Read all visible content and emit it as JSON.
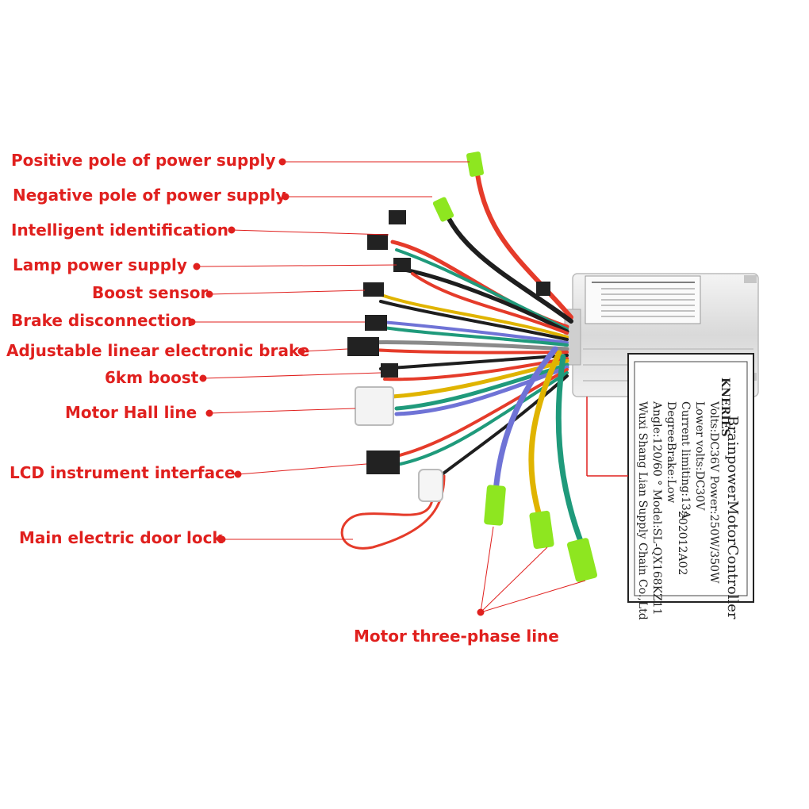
{
  "callouts": [
    {
      "id": "positive-pole",
      "text": "Positive pole of power supply"
    },
    {
      "id": "negative-pole",
      "text": "Negative pole of power supply"
    },
    {
      "id": "intelligent-identification",
      "text": "Intelligent identification"
    },
    {
      "id": "lamp-power-supply",
      "text": "Lamp power supply"
    },
    {
      "id": "boost-sensor",
      "text": "Boost sensor"
    },
    {
      "id": "brake-disconnection",
      "text": "Brake disconnection"
    },
    {
      "id": "adjustable-linear-brake",
      "text": "Adjustable linear electronic brake"
    },
    {
      "id": "6km-boost",
      "text": "6km boost"
    },
    {
      "id": "motor-hall-line",
      "text": "Motor Hall line"
    },
    {
      "id": "lcd-instrument-interface",
      "text": "LCD instrument interface"
    },
    {
      "id": "main-electric-door-lock",
      "text": "Main electric door lock"
    },
    {
      "id": "motor-three-phase-line",
      "text": "Motor three-phase line"
    }
  ],
  "controller_label": {
    "brand": "KNERIES",
    "title": "BrainpowerMotorController",
    "lines": [
      "Volts:DC36V  Power:250W/350W",
      "Lower volts:DC30V",
      "Current limiting:13A",
      "DegreeBrake:Low",
      "Angle:120/60 ° Model:SL-QX168KZ11",
      "Wuxi Shang Lian Supply Chain Co.,Ltd"
    ],
    "serial": "202012A02"
  },
  "colors": {
    "callout": "#e0201e",
    "wire_red": "#e53b2a",
    "wire_black": "#1e1e1e",
    "wire_green": "#1f9a7b",
    "wire_yellow": "#e0b400",
    "wire_blue": "#6f73d6",
    "wire_gray": "#8a8a8a",
    "terminal_green": "#8ee620",
    "controller_body": "#e6e6e6"
  }
}
